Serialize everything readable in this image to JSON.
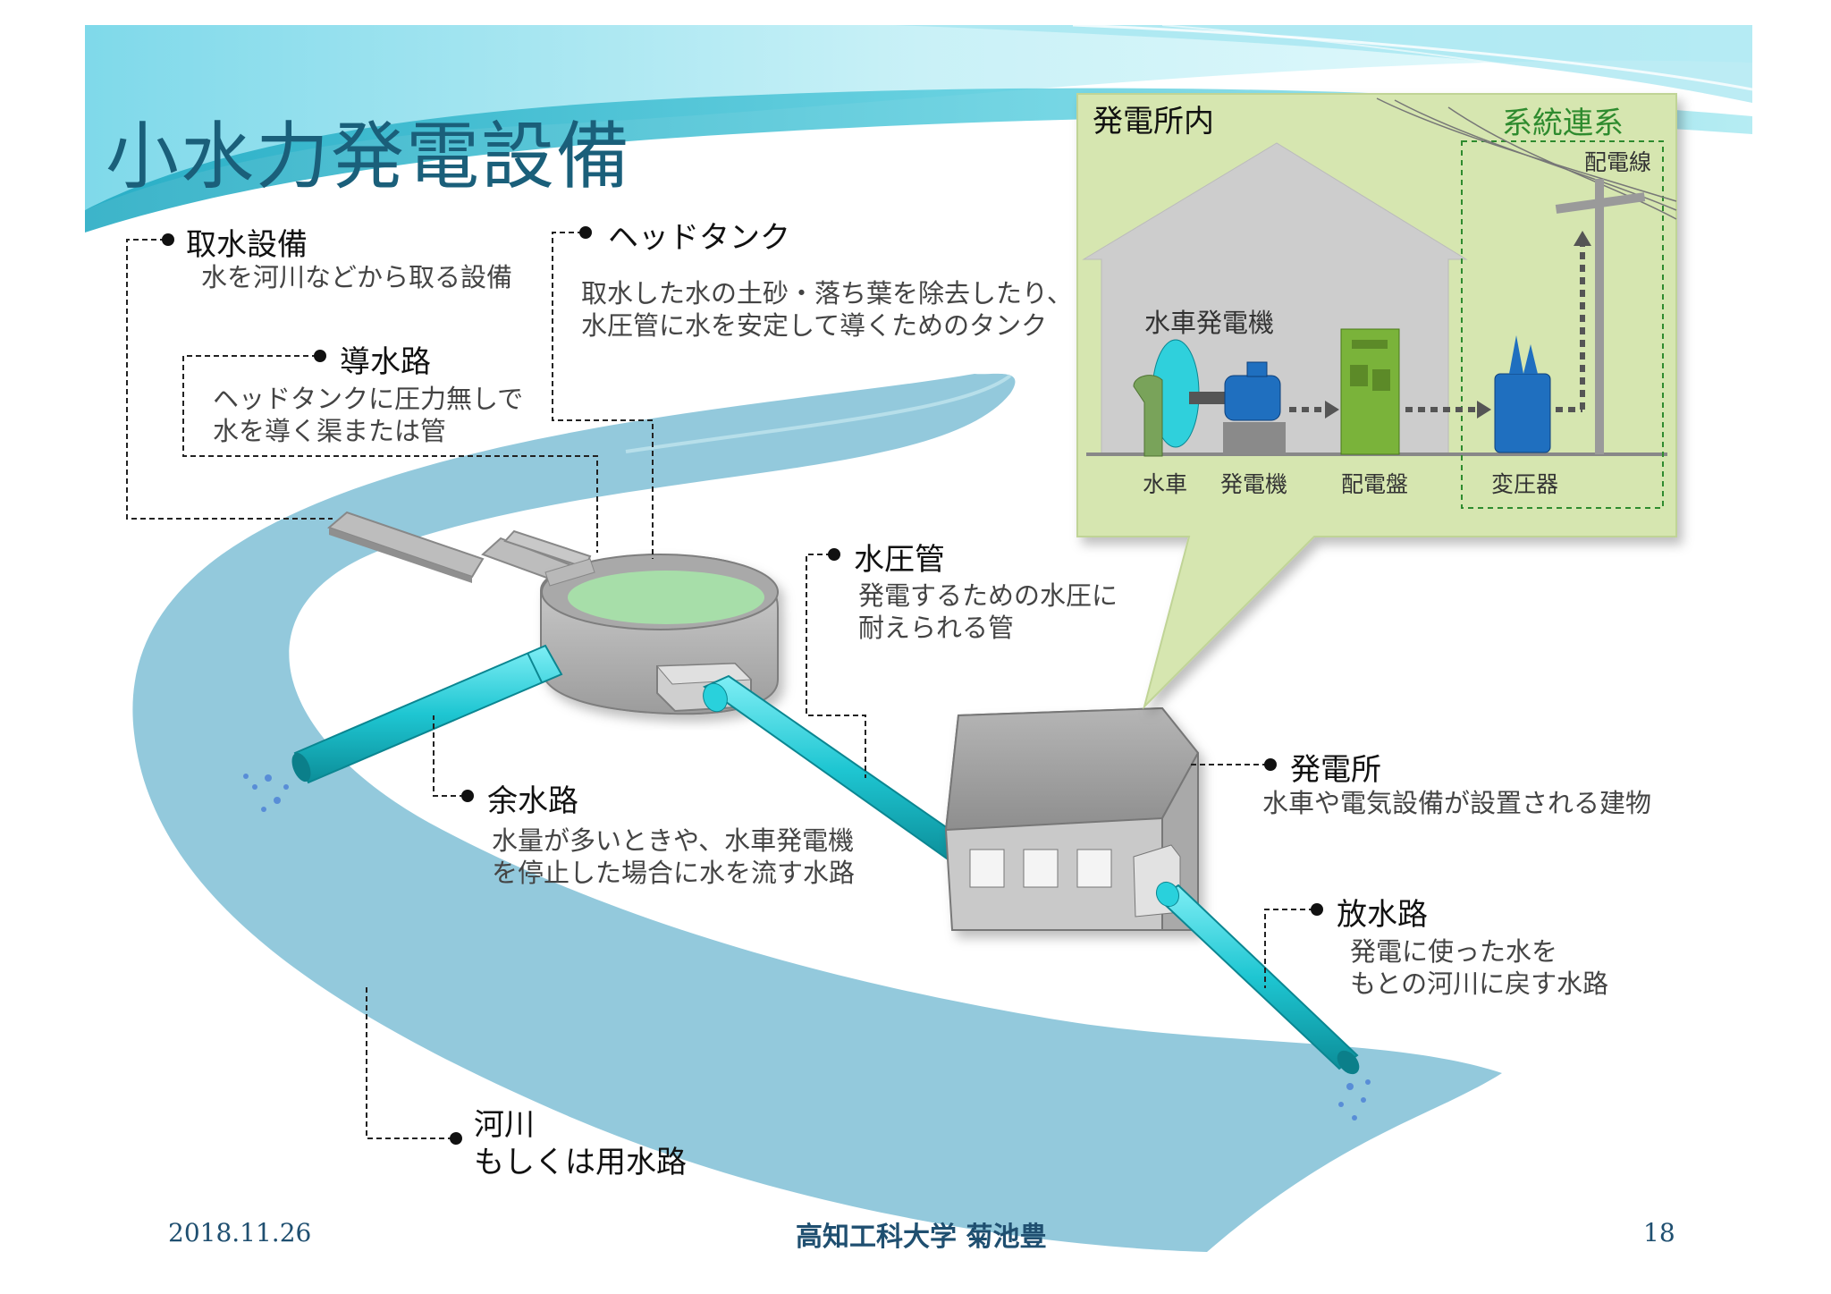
{
  "title": "小水力発電設備",
  "inset": {
    "title": "発電所内",
    "grid_title": "系統連系",
    "distribution_line": "配電線",
    "generator_unit": "水車発電機",
    "labels": {
      "turbine": "水車",
      "generator": "発電機",
      "switchboard": "配電盤",
      "transformer": "変圧器"
    }
  },
  "callouts": {
    "intake": {
      "label": "取水設備",
      "desc": [
        "水を河川などから取る設備"
      ]
    },
    "head_tank": {
      "label": "ヘッドタンク",
      "desc": [
        "取水した水の土砂・落ち葉を除去したり、",
        "水圧管に水を安定して導くためのタンク"
      ]
    },
    "headrace": {
      "label": "導水路",
      "desc": [
        "ヘッドタンクに圧力無しで",
        "水を導く渠または管"
      ]
    },
    "penstock": {
      "label": "水圧管",
      "desc": [
        "発電するための水圧に",
        "耐えられる管"
      ]
    },
    "spillway": {
      "label": "余水路",
      "desc": [
        "水量が多いときや、水車発電機",
        "を停止した場合に水を流す水路"
      ]
    },
    "powerhouse": {
      "label": "発電所",
      "desc": [
        "水車や電気設備が設置される建物"
      ]
    },
    "tailrace": {
      "label": "放水路",
      "desc": [
        "発電に使った水を",
        "もとの河川に戻す水路"
      ]
    },
    "river": {
      "label": "河川",
      "desc": [
        "もしくは用水路"
      ]
    }
  },
  "footer": {
    "date": "2018.11.26",
    "author": "高知工科大学 菊池豊",
    "page": "18"
  },
  "colors": {
    "title": "#1a5f7a",
    "river": "#93c9dc",
    "pipe": "#1ec6d2",
    "inset_bg": "#d6e6b0",
    "grid_green": "#2e8b2e",
    "wave_light": "#b8ecf5",
    "wave_dark": "#2ab6cc"
  }
}
